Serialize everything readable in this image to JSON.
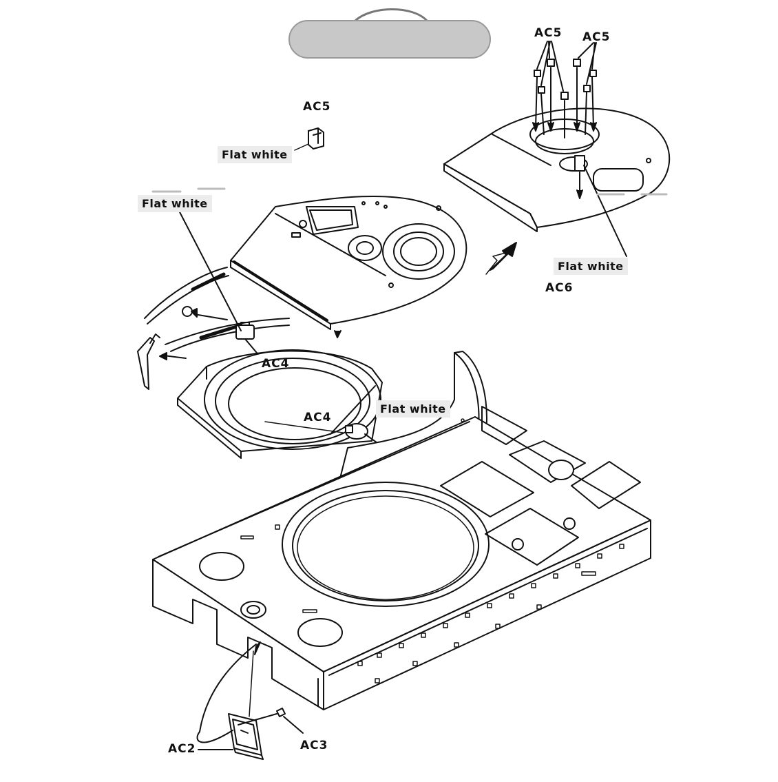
{
  "labels": {
    "ac5_left": "AC5",
    "ac5_top_a": "AC5",
    "ac5_top_b": "AC5",
    "ac6": "AC6",
    "ac4_upper": "AC4",
    "ac4_lower": "AC4",
    "ac2": "AC2",
    "ac3": "AC3"
  },
  "callouts": {
    "flat_white_ac5": "Flat white",
    "flat_white_turret": "Flat white",
    "flat_white_ac6": "Flat white",
    "flat_white_ring": "Flat white"
  },
  "colors": {
    "line": "#111111",
    "callout_bg": "#ececec",
    "hanger_tab": "#c8c8c8"
  }
}
